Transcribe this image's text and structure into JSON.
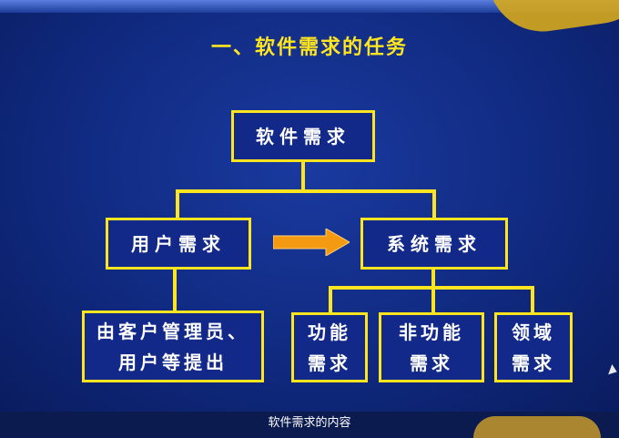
{
  "title": "一、软件需求的任务",
  "boxes": {
    "root": "软件需求",
    "user_req": "用户需求",
    "system_req": "系统需求",
    "source": "由客户管理员、\n用户等提出",
    "functional": "功能\n需求",
    "non_functional": "非功能\n需求",
    "domain": "领域\n需求"
  },
  "caption": "软件需求的内容",
  "colors": {
    "accent": "#ffe51f",
    "background": "#102a80",
    "arrow": "#f39a12"
  }
}
